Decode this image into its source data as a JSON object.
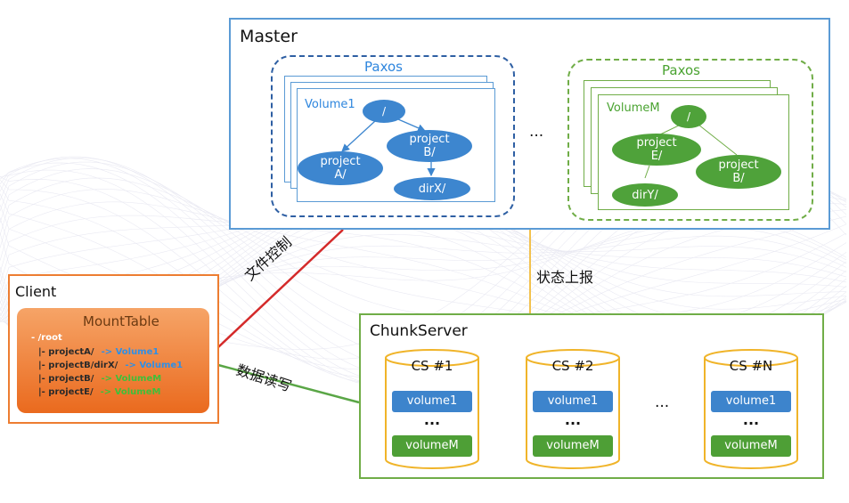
{
  "master": {
    "title": "Master",
    "ellipsis": "...",
    "paxos_left": {
      "label": "Paxos",
      "volume_label": "Volume1",
      "nodes": {
        "root": "/",
        "projectA": "project\nA/",
        "projectB": "project\nB/",
        "dirX": "dirX/"
      }
    },
    "paxos_right": {
      "label": "Paxos",
      "volume_label": "VolumeM",
      "nodes": {
        "root": "/",
        "projectE": "project\nE/",
        "projectB": "project\nB/",
        "dirY": "dirY/"
      }
    }
  },
  "client": {
    "title": "Client",
    "mount_table": {
      "title": "MountTable",
      "root": "- /root",
      "rows": [
        {
          "path": "|- projectA/",
          "arrow": "-> Volume1",
          "color": "#2f8fe6"
        },
        {
          "path": "|- projectB/dirX/",
          "arrow": "-> Volume1",
          "color": "#2f8fe6"
        },
        {
          "path": "|- projectB/",
          "arrow": "-> VolumeM",
          "color": "#3fbf3a"
        },
        {
          "path": "|- projectE/",
          "arrow": "-> VolumeM",
          "color": "#3fbf3a"
        }
      ]
    }
  },
  "links": {
    "file_control": "文件控制",
    "data_rw": "数据读写",
    "status_report": "状态上报"
  },
  "chunkserver": {
    "title": "ChunkServer",
    "ellipsis": "...",
    "servers": [
      {
        "name": "CS #1",
        "vol_top": "volume1",
        "dots": "...",
        "vol_bottom": "volumeM"
      },
      {
        "name": "CS #2",
        "vol_top": "volume1",
        "dots": "...",
        "vol_bottom": "volumeM"
      },
      {
        "name": "CS #N",
        "vol_top": "volume1",
        "dots": "...",
        "vol_bottom": "volumeM"
      }
    ]
  },
  "colors": {
    "master_border": "#5b9bd5",
    "client_border": "#ed7d31",
    "chunkserver_border": "#70ad47",
    "blue_text": "#2e86de",
    "green_text": "#4aa331",
    "file_control_line": "#d42a2a",
    "data_rw_line": "#5aa646",
    "status_line": "#f2c14e"
  }
}
